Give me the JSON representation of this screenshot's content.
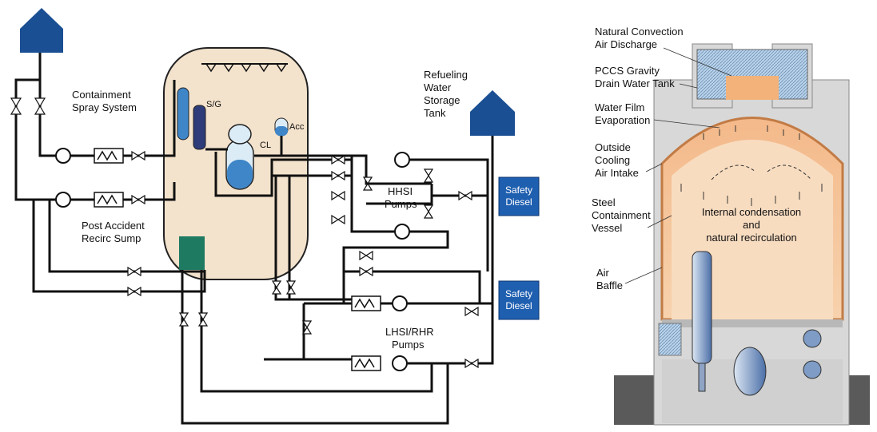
{
  "left_diagram": {
    "labels": {
      "containment_spray": [
        "Containment",
        "Spray System"
      ],
      "refueling_tank": [
        "Refueling",
        "Water",
        "Storage",
        "Tank"
      ],
      "sump": [
        "Post Accident",
        "Recirc Sump"
      ],
      "hhsi": [
        "HHSI",
        "Pumps"
      ],
      "lhsi": [
        "LHSI/RHR",
        "Pumps"
      ],
      "sg": "S/G",
      "acc": "Acc",
      "cl": "CL"
    },
    "safety_diesel_1": [
      "Safety",
      "Diesel"
    ],
    "safety_diesel_2": [
      "Safety",
      "Diesel"
    ]
  },
  "right_diagram": {
    "labels": {
      "air_discharge": [
        "Natural Convection",
        "Air Discharge"
      ],
      "drain_tank": [
        "PCCS Gravity",
        "Drain Water Tank"
      ],
      "film_evap": [
        "Water Film",
        "Evaporation"
      ],
      "cooling_intake": [
        "Outside",
        "Cooling",
        "Air Intake"
      ],
      "steel_vessel": [
        "Steel",
        "Containment",
        "Vessel"
      ],
      "internal": [
        "Internal condensation",
        "and",
        "natural recirculation"
      ],
      "air_baffle": [
        "Air",
        "Baffle"
      ]
    }
  },
  "colors": {
    "tank_blue": "#1b4f93",
    "diesel_blue": "#1f5fb0",
    "containment_fill": "#f3e2cc",
    "sump_green": "#1f7a62",
    "water_blue": "#3f86c9",
    "orange_dome": "#f2b27a",
    "concrete": "#d8d8d8"
  }
}
